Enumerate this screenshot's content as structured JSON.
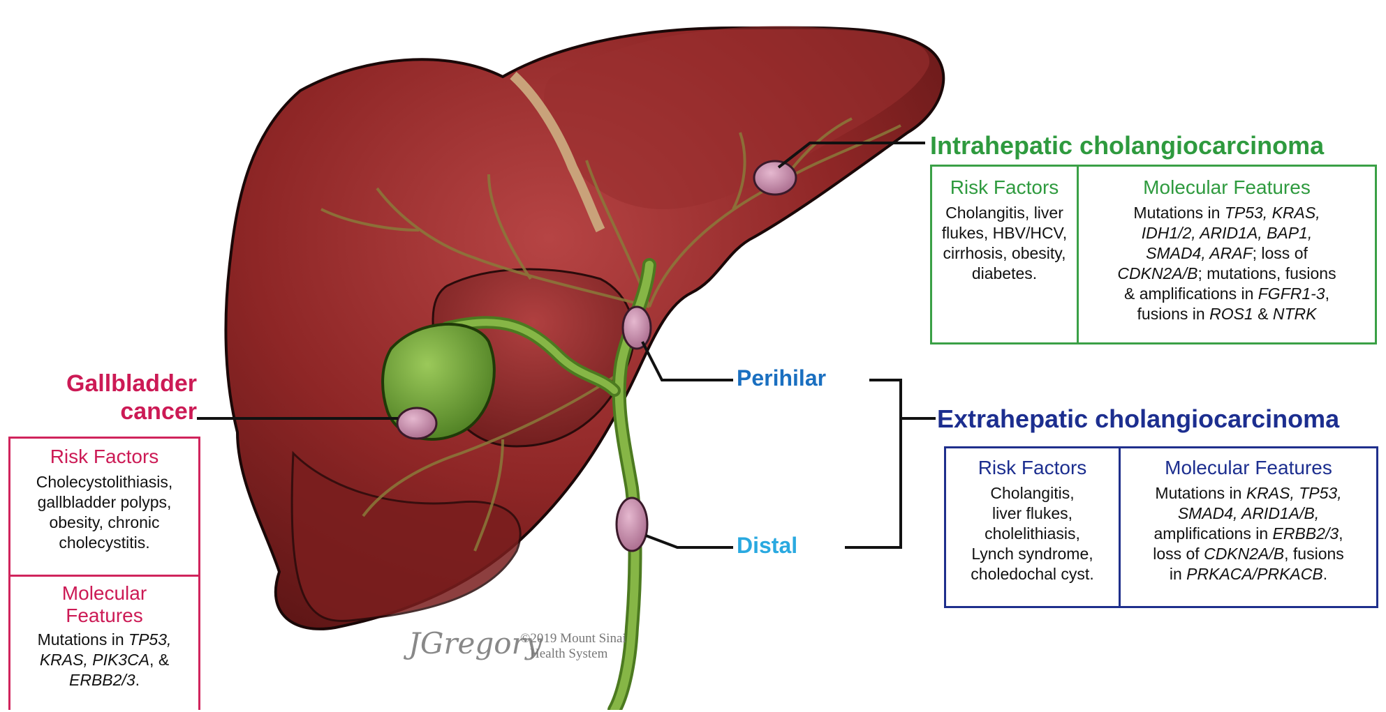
{
  "intrahepatic": {
    "title": "Intrahepatic cholangiocarcinoma",
    "risk_heading": "Risk Factors",
    "risk_lines": [
      "Cholangitis, liver",
      "flukes, HBV/HCV,",
      "cirrhosis, obesity,",
      "diabetes."
    ],
    "molecular_heading": "Molecular Features",
    "mol": {
      "l1": "Mutations in ",
      "l1_genes": "TP53, KRAS,",
      "l2": "IDH1/2, ARID1A, BAP1,",
      "l3_genes": "SMAD4, ARAF",
      "l3": "; loss of",
      "l4_genes": "CDKN2A/B",
      "l4": "; mutations, fusions",
      "l5": "& amplifications in ",
      "l5_genes": "FGFR1-3",
      "l5_end": ",",
      "l6": "fusions in ",
      "l6_g1": "ROS1",
      "l6_mid": " & ",
      "l6_g2": "NTRK"
    }
  },
  "extrahepatic": {
    "title": "Extrahepatic cholangiocarcinoma",
    "perihilar": "Perihilar",
    "distal": "Distal",
    "risk_heading": "Risk Factors",
    "risk_lines": [
      "Cholangitis,",
      "liver flukes,",
      "cholelithiasis,",
      "Lynch syndrome,",
      "choledochal cyst."
    ],
    "molecular_heading": "Molecular Features",
    "mol": {
      "l1": "Mutations in ",
      "l1_genes": "KRAS, TP53,",
      "l2": "SMAD4, ARID1A/B,",
      "l3": "amplifications in ",
      "l3_genes": "ERBB2/3",
      "l3_end": ",",
      "l4": "loss of ",
      "l4_genes": "CDKN2A/B",
      "l4_end": ", fusions",
      "l5": "in ",
      "l5_genes": "PRKACA/PRKACB",
      "l5_end": "."
    }
  },
  "gallbladder": {
    "title_line1": "Gallbladder",
    "title_line2": "cancer",
    "risk_heading": "Risk Factors",
    "risk_lines": [
      "Cholecystolithiasis,",
      "gallbladder polyps,",
      "obesity, chronic",
      "cholecystitis."
    ],
    "molecular_heading_l1": "Molecular",
    "molecular_heading_l2": "Features",
    "mol": {
      "l1": "Mutations in ",
      "l1_genes": "TP53,",
      "l2_genes": "KRAS, PIK3CA",
      "l2": ", &",
      "l3_genes": "ERBB2/3",
      "l3": "."
    }
  },
  "credit": {
    "signature": "JGregory",
    "copyright_l1": "©2019 Mount Sinai",
    "copyright_l2": "Health System"
  },
  "colors": {
    "intrahepatic": "#2e9a3e",
    "extrahepatic": "#1c2e8f",
    "perihilar": "#1a6fc0",
    "distal": "#2aa9e0",
    "gallbladder": "#cc1a55",
    "liver": "#8e2424",
    "bile_duct": "#6fa035",
    "tumor": "#c98aaa"
  },
  "icons": [
    "liver-illustration",
    "gallbladder-illustration",
    "bile-duct-illustration",
    "tumor-icon"
  ]
}
